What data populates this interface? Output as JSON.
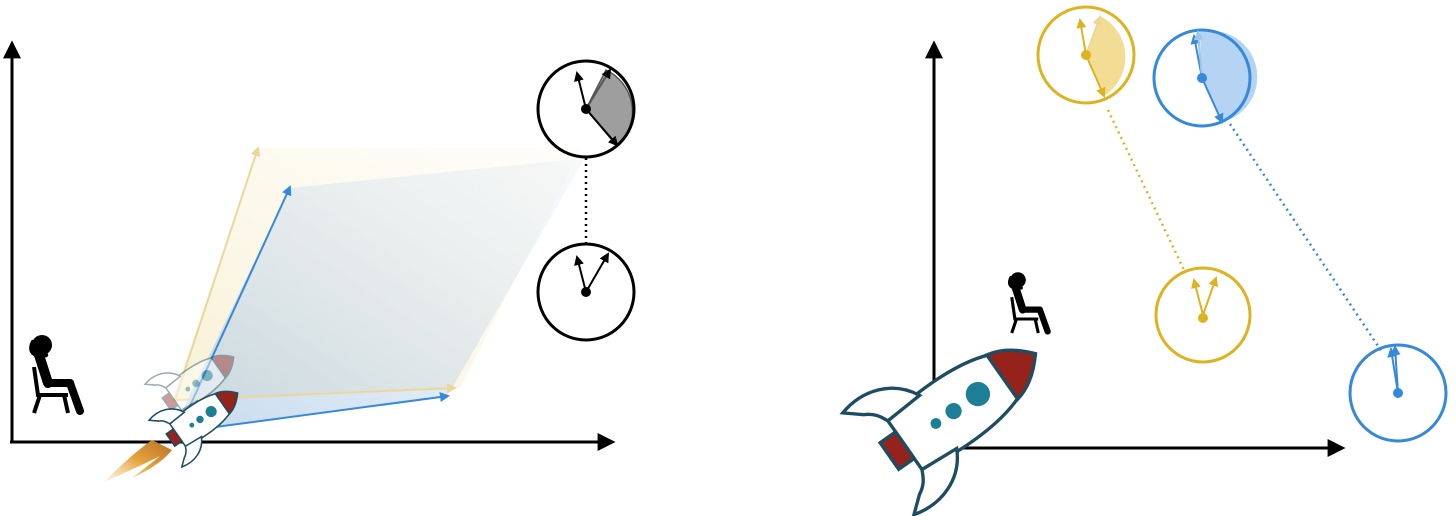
{
  "figure": {
    "panels": [
      {
        "id": "left",
        "elements": [
          "axes",
          "seated-person",
          "rocket",
          "rocket-ghost",
          "light-vectors-yellow",
          "light-vectors-blue",
          "clock-top-with-shaded-sector",
          "clock-bottom",
          "dotted-link"
        ]
      },
      {
        "id": "right",
        "elements": [
          "axes",
          "rocket-with-seated-person",
          "yellow-clock-pair",
          "blue-clock-pair",
          "dotted-links"
        ]
      }
    ]
  },
  "colors": {
    "axis": "#000000",
    "yellow": "#dfb21f",
    "blue": "#3489db",
    "sector_gray": "#9e9e9e",
    "rocket_outline": "#1e4d63",
    "rocket_fin": "#96221c",
    "rocket_window": "#1c7f96",
    "flame": "#e0902a"
  },
  "icons": [
    "seated-person-icon",
    "rocket-icon",
    "clock-icon"
  ]
}
